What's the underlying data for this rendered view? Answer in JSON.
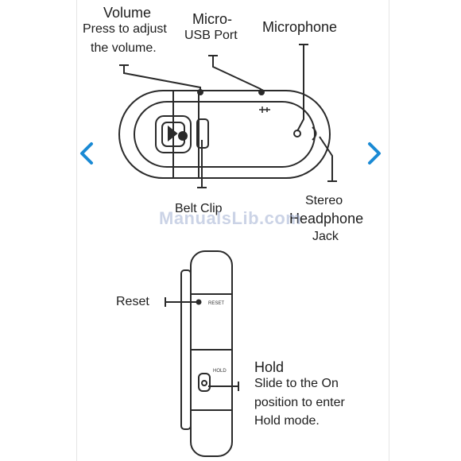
{
  "viewer": {
    "prev_icon": "chevron-left-icon",
    "next_icon": "chevron-right-icon",
    "accent_color": "#1a8ad4",
    "watermark": "ManualsLib.com"
  },
  "diagram_top": {
    "volume_title": "Volume",
    "volume_desc_1": "Press to adjust",
    "volume_desc_2": "the volume.",
    "usb_title_1": "Micro-",
    "usb_title_2": "USB Port",
    "microphone": "Microphone",
    "belt_clip": "Belt Clip",
    "stereo_1": "Stereo",
    "stereo_2": "Headphone",
    "stereo_3": "Jack"
  },
  "diagram_side": {
    "reset": "Reset",
    "reset_small": "RESET",
    "hold_small": "HOLD",
    "hold_title": "Hold",
    "hold_desc_1": "Slide to the On",
    "hold_desc_2": "position to enter",
    "hold_desc_3": "Hold mode."
  }
}
